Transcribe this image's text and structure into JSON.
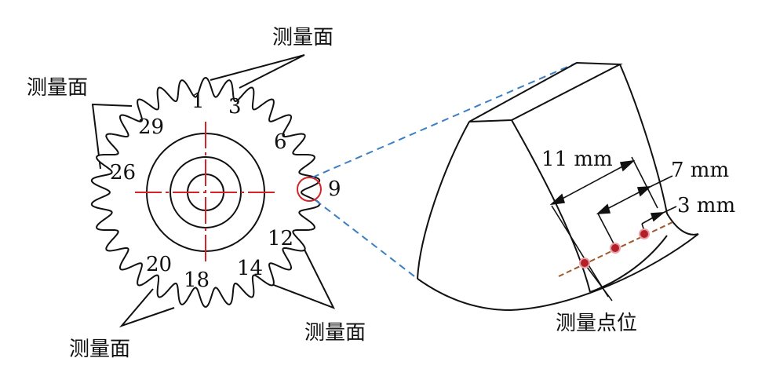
{
  "labels": {
    "measure_face_top_right": "测量面",
    "measure_face_top_left": "测量面",
    "measure_face_bottom_right": "测量面",
    "measure_face_bottom_left": "测量面",
    "measure_point": "测量点位"
  },
  "tooth_numbers": {
    "n1": "1",
    "n3": "3",
    "n6": "6",
    "n9": "9",
    "n12": "12",
    "n14": "14",
    "n18": "18",
    "n20": "20",
    "n26": "26",
    "n29": "29"
  },
  "dimensions": {
    "d11": "11 mm",
    "d7": "7 mm",
    "d3": "3 mm"
  },
  "gear": {
    "tooth_count": 30
  },
  "colors": {
    "line": "#111111",
    "centerline": "#d4242a",
    "zoom_circle": "#d4242a",
    "zoom_leader": "#3a7fc4",
    "point_line": "#a0582a",
    "point_fill": "#b3202a"
  }
}
